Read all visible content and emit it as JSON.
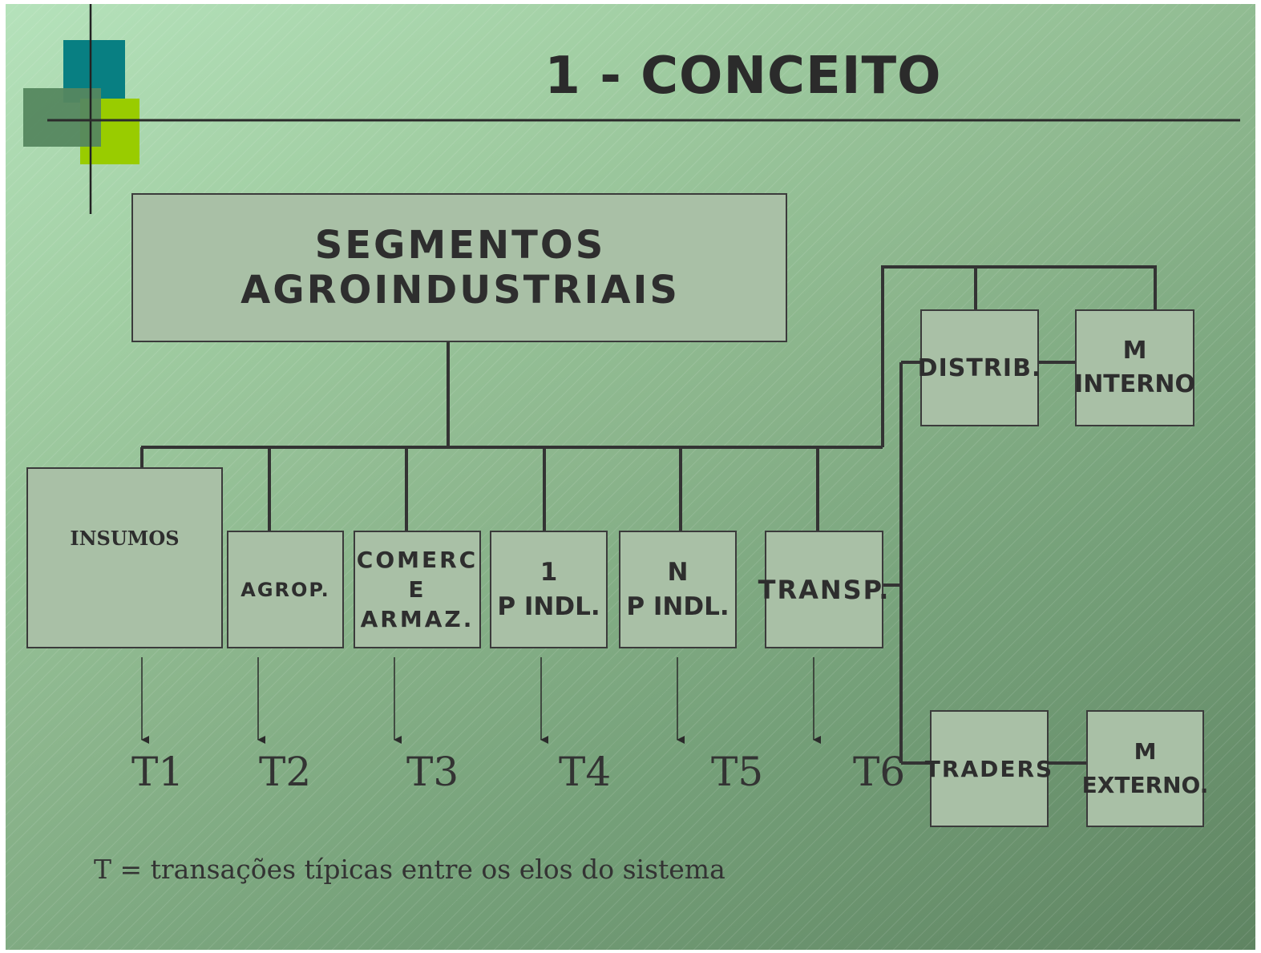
{
  "slide": {
    "title": "1 - CONCEITO",
    "main_box": "SEGMENTOS AGROINDUSTRIAIS",
    "segments": [
      {
        "label": "INSUMOS"
      },
      {
        "label": "AGROP."
      },
      {
        "label": "COMERC\nE\nARMAZ."
      },
      {
        "label": "1\nP INDL."
      },
      {
        "label": "N\nP INDL."
      },
      {
        "label": "TRANSP."
      }
    ],
    "right_boxes": {
      "distrib": "DISTRIB.",
      "m_interno": "M\nINTERNO",
      "traders": "TRADERS",
      "m_externo": "M\nEXTERNO."
    },
    "transactions": [
      "T1",
      "T2",
      "T3",
      "T4",
      "T5",
      "T6"
    ],
    "footnote": "T = transações típicas entre os elos do sistema"
  },
  "colors": {
    "box_fill": "#a9c0a6",
    "line": "#333333",
    "deco_teal": "#087f82",
    "deco_green_dark": "#55875f",
    "deco_lime": "#99cc00"
  }
}
